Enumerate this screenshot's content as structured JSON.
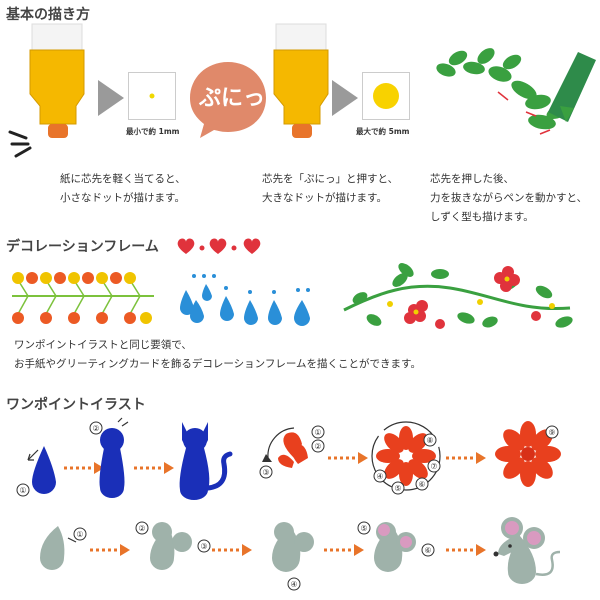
{
  "sections": {
    "basics_title": "基本の描き方",
    "frames_title": "デコレーションフレーム",
    "illust_title": "ワンポイントイラスト"
  },
  "basics": {
    "min_label": "最小で約 1mm",
    "max_label": "最大で約 5mm",
    "puni_bubble": "ぷにっ",
    "captions": [
      "紙に芯先を軽く当てると、\n小さなドットが描けます。",
      "芯先を「ぷにっ」と押すと、\n大きなドットが描けます。",
      "芯先を押した後、\n力を抜きながらペンを動かすと、\nしずく型も描けます。"
    ]
  },
  "frames": {
    "caption": "ワンポイントイラストと同じ要領で、\nお手紙やグリーティングカードを飾るデコレーションフレームを描くことができます。"
  },
  "illust": {
    "step_numbers": [
      "①",
      "②",
      "③",
      "④",
      "⑤",
      "⑥",
      "⑦",
      "⑧",
      "⑨"
    ]
  },
  "colors": {
    "barrel": "#f5b800",
    "tip": "#e8742a",
    "arrow_gray": "#9a9a9a",
    "bubble": "#e0896a",
    "orange_dots": "#ec6f2a",
    "green": "#3aa040",
    "blue": "#1a2fb8",
    "red": "#e8401e",
    "gray_mouse": "#9fb2aa",
    "pink": "#d99ac0",
    "heart": "#e0333c"
  }
}
